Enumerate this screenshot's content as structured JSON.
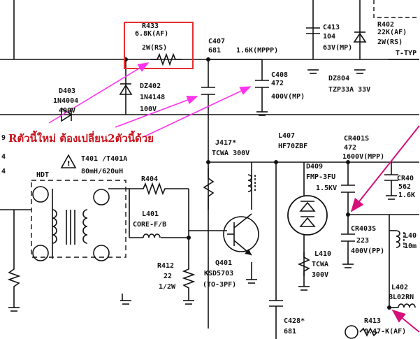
{
  "labels": {
    "r433": [
      "R433",
      "6.8K(AF)",
      "2W(RS)"
    ],
    "c407": [
      "C407",
      "681",
      "1.6K(MPPP)"
    ],
    "c408": [
      "C408",
      "472",
      "400V(MP)"
    ],
    "c413": [
      "C413",
      "104",
      "63V(MP)"
    ],
    "r402": [
      "R402",
      "22K(AF)",
      "2W(RS)",
      "T-TYP"
    ],
    "dz804": [
      "DZ804",
      "TZP33A 33V"
    ],
    "d403": [
      "D403",
      "1N4004",
      "400V"
    ],
    "dz402": [
      "DZ402",
      "1N4148",
      "100V"
    ],
    "pin9": "9",
    "pin4a": "4",
    "pin4b": "4",
    "t401": [
      "T401 /T401A",
      "80mH/620uH"
    ],
    "hdt": "HDT",
    "r404": "R404",
    "l401": [
      "L401",
      "CORE-F/B"
    ],
    "r412": [
      "R412",
      "22",
      "1/2W"
    ],
    "j417": [
      "J417*",
      "TCWA 300V"
    ],
    "q401": [
      "Q401",
      "KSD5703",
      "(TO-3PF)"
    ],
    "l407": [
      "L407",
      "HF70ZBF"
    ],
    "d409": [
      "D409",
      "FMP-3FU",
      "1.5KV"
    ],
    "l410": [
      "L410",
      "TCWA",
      "300V"
    ],
    "cr401s": [
      "CR401S",
      "472",
      "1600V(MPP)"
    ],
    "cr40x": [
      "CR40",
      "562",
      "1.6K"
    ],
    "cr403s": [
      "CR403S",
      "223",
      "400V(PP)"
    ],
    "l40x": [
      "L40",
      "10m"
    ],
    "l402": [
      "L402",
      "BL02RN"
    ],
    "c428": [
      "C428*",
      "681"
    ],
    "r413": [
      "R413",
      "0.47-K(AF)"
    ]
  },
  "annotation": "Rตัวนี้ใหม่ ต้องเปลี่ยน2ตัวนี้ด้วย",
  "colors": {
    "annotation_text": "#c8141e",
    "arrows": "#ff33ee",
    "arrows_dark": "#d6107a",
    "highlight_box": "#e53030"
  }
}
